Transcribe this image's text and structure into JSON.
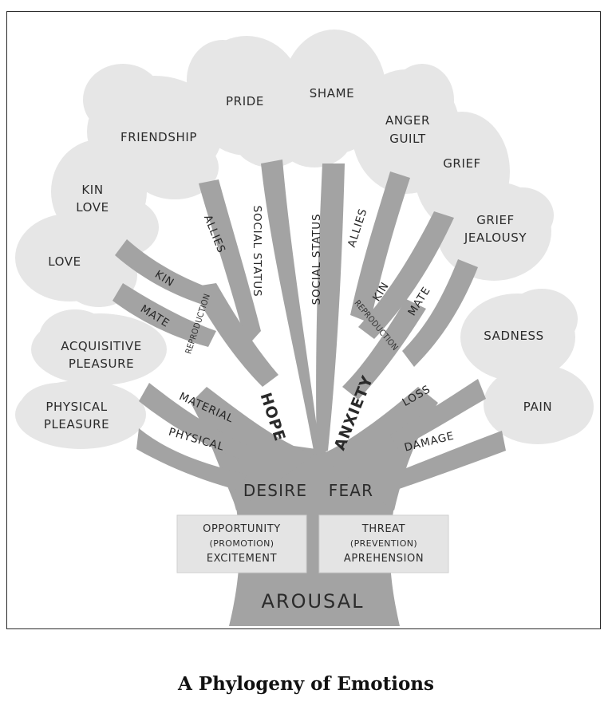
{
  "caption": "A Phylogeny of Emotions",
  "leaves": {
    "pride": "PRIDE",
    "shame": "SHAME",
    "friendship": "FRIENDSHIP",
    "anger": "ANGER",
    "guilt": "GUILT",
    "grief": "GRIEF",
    "kin_love_1": "KIN",
    "kin_love_2": "LOVE",
    "grief_jealousy_1": "GRIEF",
    "grief_jealousy_2": "JEALOUSY",
    "love": "LOVE",
    "acquisitive_1": "ACQUISITIVE",
    "acquisitive_2": "PLEASURE",
    "sadness": "SADNESS",
    "physical_1": "PHYSICAL",
    "physical_2": "PLEASURE",
    "pain": "PAIN"
  },
  "branches": {
    "allies_left": "ALLIES",
    "social_status_left": "SOCIAL STATUS",
    "social_status_right": "SOCIAL STATUS",
    "allies_right": "ALLIES",
    "kin_left": "KIN",
    "mate_left": "MATE",
    "reproduction_left": "REPRODUCTION",
    "kin_right": "KIN",
    "mate_right": "MATE",
    "reproduction_right": "REPRODUCTION",
    "material": "MATERIAL",
    "physical": "PHYSICAL",
    "loss": "LOSS",
    "damage": "DAMAGE",
    "hope": "HOPE",
    "anxiety": "ANXIETY"
  },
  "trunk": {
    "desire": "DESIRE",
    "fear": "FEAR",
    "arousal": "AROUSAL"
  },
  "boxes": {
    "left": {
      "line1": "OPPORTUNITY",
      "line2": "(PROMOTION)",
      "line3": "EXCITEMENT"
    },
    "right": {
      "line1": "THREAT",
      "line2": "(PREVENTION)",
      "line3": "APREHENSION"
    }
  }
}
